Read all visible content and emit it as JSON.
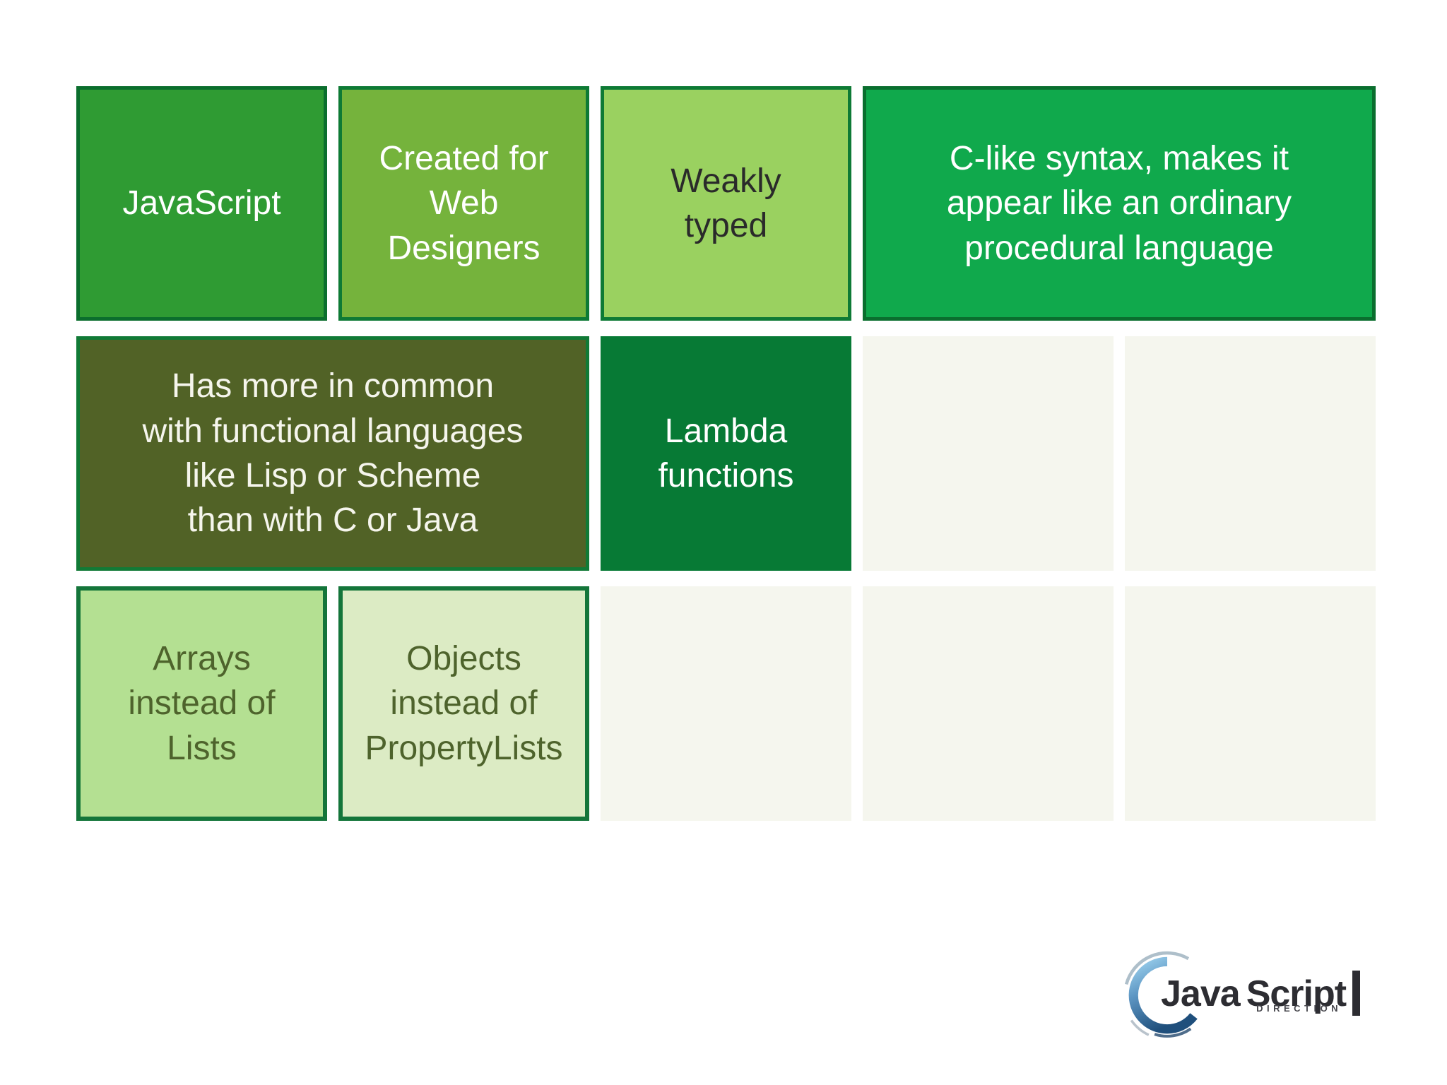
{
  "slide": {
    "background": "#ffffff",
    "grid": {
      "cells": [
        {
          "name": "javascript",
          "label": "JavaScript",
          "fill": "#2f9b33",
          "border": "#0b6e2d",
          "text_color": "#ffffff"
        },
        {
          "name": "created-for-web-designers",
          "label": "Created for\nWeb\nDesigners",
          "fill": "#75b33c",
          "border": "#0e7a35",
          "text_color": "#ffffff"
        },
        {
          "name": "weakly-typed",
          "label": "Weakly\ntyped",
          "fill": "#9ad160",
          "border": "#0e7a35",
          "text_color": "#2a2a2a"
        },
        {
          "name": "c-like-syntax",
          "label": "C-like syntax, makes it\nappear like an ordinary\nprocedural language",
          "fill": "#10a94c",
          "border": "#0a6e2e",
          "text_color": "#ffffff"
        },
        {
          "name": "functional-languages",
          "label": "Has more in common\nwith functional languages\nlike Lisp or Scheme\nthan with C or Java",
          "fill": "#516226",
          "border": "#117a36",
          "text_color": "#f5f5ec"
        },
        {
          "name": "lambda-functions",
          "label": "Lambda\nfunctions",
          "fill": "#077a35",
          "border": null,
          "text_color": "#ffffff"
        },
        {
          "name": "empty-row2-col4",
          "label": "",
          "fill": "#f5f6ee",
          "border": null,
          "text_color": "#000000"
        },
        {
          "name": "empty-row2-col5",
          "label": "",
          "fill": "#f5f6ee",
          "border": null,
          "text_color": "#000000"
        },
        {
          "name": "arrays-instead-of-lists",
          "label": "Arrays\ninstead of\nLists",
          "fill": "#b4e092",
          "border": "#14753a",
          "text_color": "#4e632c"
        },
        {
          "name": "objects-instead-of-propertylists",
          "label": "Objects\ninstead of\nPropertyLists",
          "fill": "#dcebc4",
          "border": "#14753a",
          "text_color": "#4e632c"
        },
        {
          "name": "empty-row3-col3",
          "label": "",
          "fill": "#f5f6ee",
          "border": null,
          "text_color": "#000000"
        },
        {
          "name": "empty-row3-col4",
          "label": "",
          "fill": "#f5f6ee",
          "border": null,
          "text_color": "#000000"
        },
        {
          "name": "empty-row3-col5",
          "label": "",
          "fill": "#f5f6ee",
          "border": null,
          "text_color": "#000000"
        }
      ]
    },
    "logo": {
      "java": "Java",
      "script": "Script",
      "tagline": "DIRECTION",
      "text_color": "#2d2d32",
      "tagline_color": "#46464c",
      "arc_light": "#9ed3ef",
      "arc_mid": "#5e97c4",
      "arc_dark": "#1f4f7c",
      "arc_thin": "#aebfca",
      "arc_thin_dark": "#4f6d8b",
      "arc_faint": "#b9c3cc"
    }
  }
}
